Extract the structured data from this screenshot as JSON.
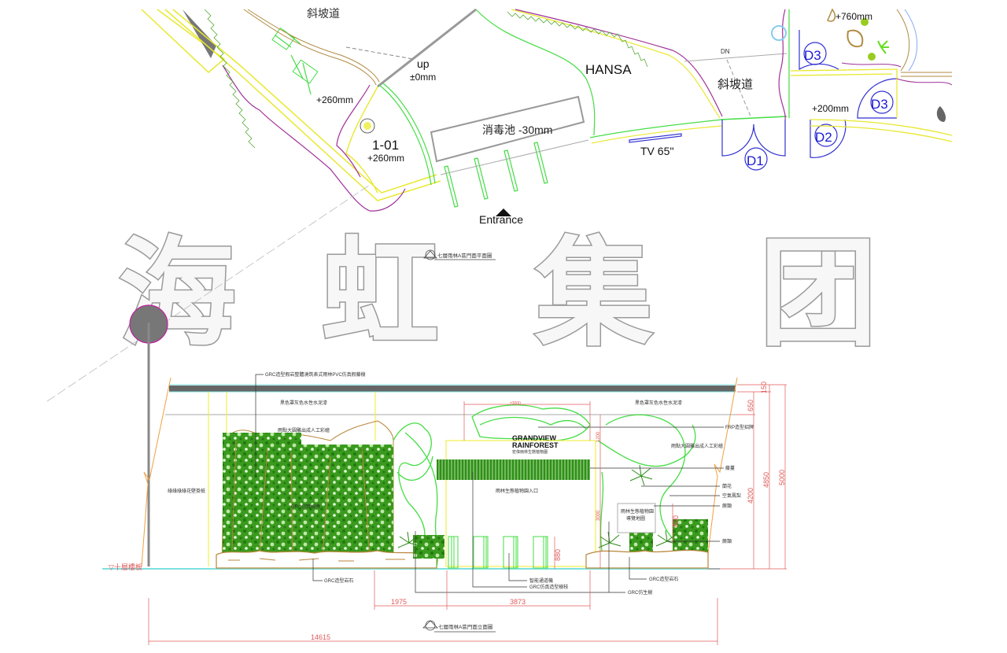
{
  "plan": {
    "ramp_label_top": "斜坡道",
    "up_label": "up",
    "up_level": "±0mm",
    "left_level": "+260mm",
    "zone_id": "1-01",
    "zone_level": "+260mm",
    "disinfection_pool": "消毒池  -30mm",
    "hansa_label": "HANSA",
    "tv_label": "TV 65''",
    "entrance_label": "Entrance",
    "dn_label": "DN",
    "ramp_label_right": "斜坡道",
    "right_level_top": "+760mm",
    "right_level_mid": "+200mm",
    "doors": [
      "D1",
      "D2",
      "D3",
      "D3"
    ],
    "plan_title": "七層雨林A區門面平面圖"
  },
  "watermark": {
    "chars": [
      "海",
      "虹",
      "集",
      "团"
    ]
  },
  "elevation": {
    "title": "七層雨林A區門面立面圖",
    "floor_label": "▽十層樓板",
    "callouts_left": {
      "top_beam": "GRC造型假岩整體澆筑表式雨林PVC仿真假藤樹",
      "ceiling_left": "黑色罩灰色水性水泥漆",
      "rock_paint_left": "雨點大圓雕出成人工彩繪",
      "side_wall": "綠綠綠綠花壁掛紙",
      "tree_label": "GRC仿真樹林",
      "rock_bottom_left": "GRC造型岩石"
    },
    "callouts_center": {
      "width_top": "±3000",
      "sign_line1": "GRANDVIEW",
      "sign_line2": "RAINFOREST",
      "sign_line3": "宏偉雨林生態植物園",
      "entrance_text": "雨林生態植物園入口",
      "gate": "智能通道機",
      "grc_column": "GRC仿真造型樹枝",
      "grc_tree": "GRC仿生樹"
    },
    "callouts_right": {
      "ceiling_right": "黑色罩灰色水性水泥漆",
      "frp_sign": "FRP造型招牌",
      "rock_paint_right": "雨點大圓雕出成人工彩繪",
      "vine": "藤蔓",
      "orchid": "蘭花",
      "air_plant": "空氣鳳梨",
      "fern": "蕨類",
      "ground_plant": "蕨類",
      "map_box_line1": "雨林生態植物園",
      "map_box_line2": "導覽地圖",
      "rock_bottom_right": "GRC造型岩石"
    },
    "dimensions": {
      "d150": "150",
      "d650": "650",
      "d4200": "4200",
      "d4850": "4850",
      "d5000": "5000",
      "d1200": "1200",
      "d3000": "3000",
      "d800": "800",
      "d880": "880",
      "d1975": "1975",
      "d3873": "3873",
      "d14615": "14615"
    }
  },
  "colors": {
    "plant_green": "#2a8c14",
    "line_green": "#33dd33",
    "rock_brown": "#b8863a",
    "wall_yellow": "#f0f04a",
    "magenta": "#a0309a",
    "door_blue": "#3232d2",
    "dim_red": "#e05a5a",
    "beam_gray": "#666666",
    "cyan": "#7fe0e0"
  }
}
